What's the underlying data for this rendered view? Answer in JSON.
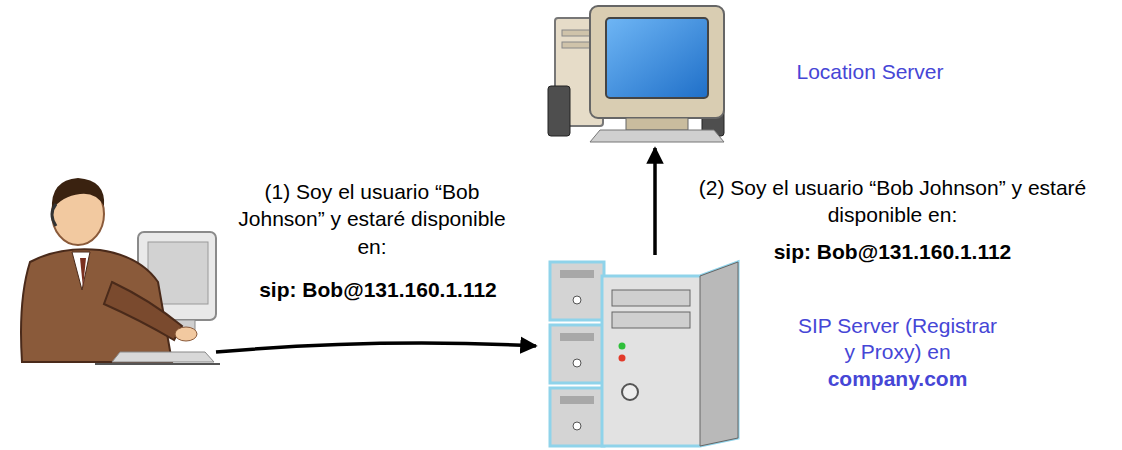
{
  "diagram": {
    "nodes": [
      {
        "text": [
          "Location Server"
        ]
      },
      {
        "text": [
          "SIP Server (Registrar y Proxy) en",
          "company.com"
        ]
      }
    ],
    "edges": [
      {
        "from": 1,
        "to": 0,
        "arrow": "to",
        "label": "(2) Soy el usuario “Bob Johnson” y estaré disponible en:"
      }
    ],
    "labels": [
      "(1) Soy el usuario “Bob Johnson” y estaré disponible en:",
      "sip: Bob@131.160.1.112",
      "sip: Bob@131.160.1.112"
    ]
  }
}
